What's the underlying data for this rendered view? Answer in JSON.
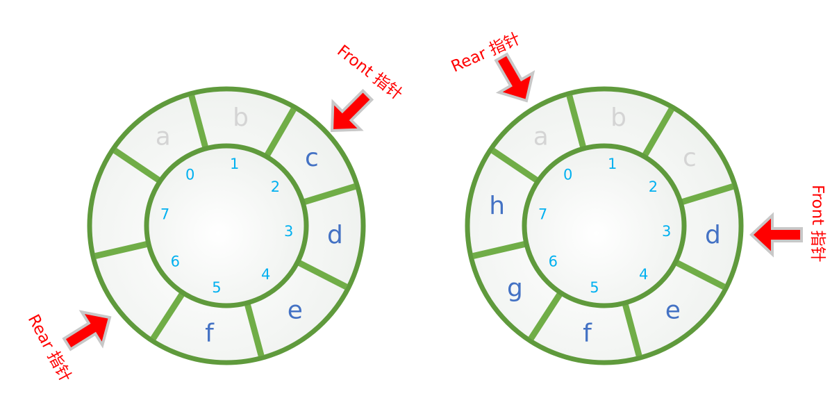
{
  "colors": {
    "ring": "#5f9a3c",
    "spoke": "#70ad47",
    "index": "#00b0f0",
    "filled": "#4472c4",
    "empty": "#d4d4d4",
    "pointer": "#ff0000",
    "pointer_outline": "#c8c8c8"
  },
  "diagrams": [
    {
      "slots": [
        {
          "index": "0",
          "letter": "a",
          "state": "dequeued"
        },
        {
          "index": "1",
          "letter": "b",
          "state": "dequeued"
        },
        {
          "index": "2",
          "letter": "c",
          "state": "filled"
        },
        {
          "index": "3",
          "letter": "d",
          "state": "filled"
        },
        {
          "index": "4",
          "letter": "e",
          "state": "filled"
        },
        {
          "index": "5",
          "letter": "f",
          "state": "filled"
        },
        {
          "index": "6",
          "letter": "",
          "state": "empty"
        },
        {
          "index": "7",
          "letter": "",
          "state": "empty"
        }
      ],
      "front_label": "Front 指针",
      "rear_label": "Rear 指针"
    },
    {
      "slots": [
        {
          "index": "0",
          "letter": "a",
          "state": "dequeued"
        },
        {
          "index": "1",
          "letter": "b",
          "state": "dequeued"
        },
        {
          "index": "2",
          "letter": "c",
          "state": "dequeued"
        },
        {
          "index": "3",
          "letter": "d",
          "state": "filled"
        },
        {
          "index": "4",
          "letter": "e",
          "state": "filled"
        },
        {
          "index": "5",
          "letter": "f",
          "state": "filled"
        },
        {
          "index": "6",
          "letter": "g",
          "state": "filled"
        },
        {
          "index": "7",
          "letter": "h",
          "state": "filled"
        }
      ],
      "front_label": "Front 指针",
      "rear_label": "Rear 指针"
    }
  ]
}
